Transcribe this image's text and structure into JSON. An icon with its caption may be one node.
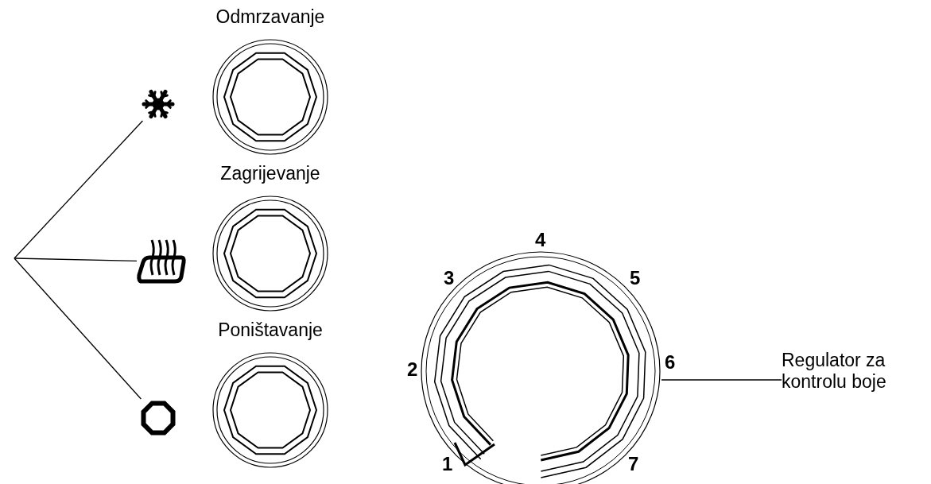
{
  "diagram": {
    "nodes": [
      {
        "text": [],
        "shape": "snowflake"
      },
      {
        "text": [],
        "shape": "heater"
      },
      {
        "text": [],
        "shape": "octagon"
      },
      {
        "text": [
          "Odmrzavanje"
        ]
      },
      {
        "text": [
          "Zagrijevanje"
        ]
      },
      {
        "text": [
          "Poništavanje"
        ]
      },
      {
        "text": [],
        "shape": "circle"
      },
      {
        "text": [
          "Regulator za kontrolu boje"
        ]
      }
    ],
    "edges": [
      {
        "from": null,
        "to": 0,
        "arrow": "none"
      },
      {
        "from": null,
        "to": 1,
        "arrow": "none"
      },
      {
        "from": null,
        "to": 2,
        "arrow": "none"
      },
      {
        "from": 7,
        "to": 6,
        "arrow": "none"
      }
    ],
    "labels": [
      "4",
      "3",
      "5",
      "2",
      "6",
      "1",
      "7"
    ]
  }
}
